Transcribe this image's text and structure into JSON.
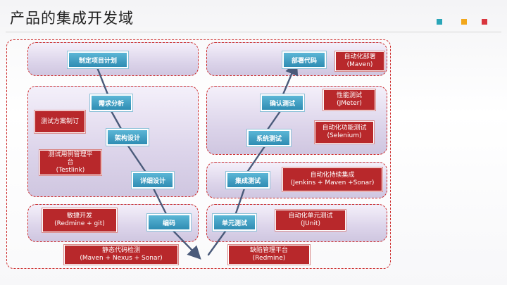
{
  "title": "产品的集成开发域",
  "accent_colors": {
    "teal": "#2aa6b8",
    "orange": "#f2a71b",
    "red": "#d9363e",
    "border_red": "#cc2a2a",
    "step_blue": "#2f8db3",
    "tool_red": "#b8282b"
  },
  "steps": {
    "plan": "制定项目计划",
    "requirements": "需求分析",
    "architecture": "架构设计",
    "detailed_design": "详细设计",
    "coding": "编码",
    "unit_test": "单元测试",
    "integration_test": "集成测试",
    "system_test": "系统测试",
    "acceptance_test": "确认测试",
    "deploy": "部署代码"
  },
  "tools": {
    "test_plan": [
      "测试方案制订"
    ],
    "testcase_mgmt": [
      "测试用例管理平",
      "台",
      "(Testlink)"
    ],
    "agile_dev": [
      "敏捷开发",
      "(Redmine + git)"
    ],
    "static_analysis": [
      "静态代码检测",
      "(Maven + Nexus + Sonar)"
    ],
    "defect_platform": [
      "缺陷管理平台",
      "(Redmine)"
    ],
    "auto_unit_test": [
      "自动化单元测试",
      "(JUnit)"
    ],
    "continuous_integration": [
      "自动化持续集成",
      "(Jenkins + Maven +Sonar)"
    ],
    "auto_functional_test": [
      "自动化功能测试",
      "(Selenium)"
    ],
    "performance_test": [
      "性能测试",
      "(JMeter)"
    ],
    "auto_deploy": [
      "自动化部署",
      "(Maven)"
    ]
  }
}
